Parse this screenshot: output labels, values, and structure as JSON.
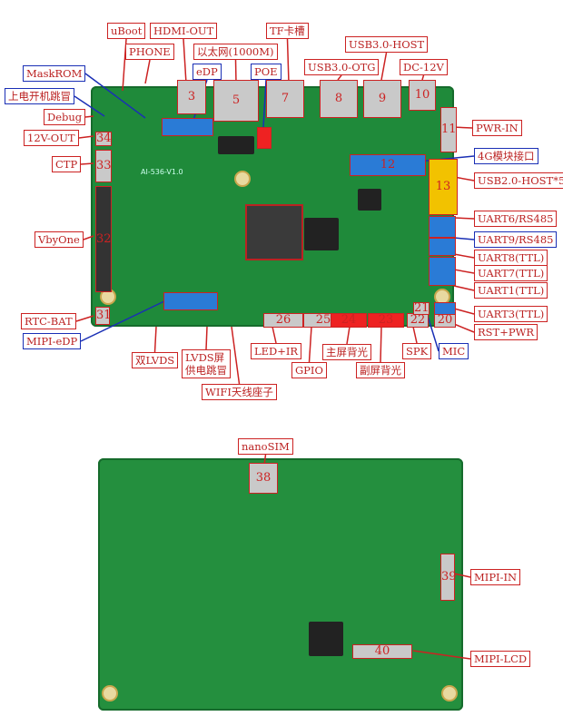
{
  "top_labels": [
    {
      "id": "uboot",
      "text": "uBoot",
      "color": "red"
    },
    {
      "id": "phone",
      "text": "PHONE",
      "color": "red"
    },
    {
      "id": "hdmi",
      "text": "HDMI-OUT",
      "color": "red"
    },
    {
      "id": "eth",
      "text": "以太网(1000M)",
      "color": "red"
    },
    {
      "id": "edp",
      "text": "eDP",
      "color": "blue"
    },
    {
      "id": "poe",
      "text": "POE",
      "color": "blue"
    },
    {
      "id": "tf",
      "text": "TF卡槽",
      "color": "red"
    },
    {
      "id": "maskrom",
      "text": "MaskROM",
      "color": "blue"
    },
    {
      "id": "poweron",
      "text": "上电开机跳冒",
      "color": "blue"
    },
    {
      "id": "debug",
      "text": "Debug",
      "color": "red"
    },
    {
      "id": "v12out",
      "text": "12V-OUT",
      "color": "red"
    },
    {
      "id": "ctp",
      "text": "CTP",
      "color": "red"
    },
    {
      "id": "usb3otg",
      "text": "USB3.0-OTG",
      "color": "red"
    },
    {
      "id": "usb3host",
      "text": "USB3.0-HOST",
      "color": "red"
    },
    {
      "id": "dc12v",
      "text": "DC-12V",
      "color": "red"
    },
    {
      "id": "pwrin",
      "text": "PWR-IN",
      "color": "red"
    },
    {
      "id": "m4g",
      "text": "4G模块接口",
      "color": "blue"
    },
    {
      "id": "usb2",
      "text": "USB2.0-HOST*5",
      "color": "red"
    },
    {
      "id": "uart6",
      "text": "UART6/RS485",
      "color": "red"
    },
    {
      "id": "uart9",
      "text": "UART9/RS485",
      "color": "blue"
    },
    {
      "id": "uart8",
      "text": "UART8(TTL)",
      "color": "red"
    },
    {
      "id": "uart7",
      "text": "UART7(TTL)",
      "color": "red"
    },
    {
      "id": "uart1",
      "text": "UART1(TTL)",
      "color": "red"
    },
    {
      "id": "uart3",
      "text": "UART3(TTL)",
      "color": "red"
    },
    {
      "id": "rstpwr",
      "text": "RST+PWR",
      "color": "red"
    },
    {
      "id": "vbyone",
      "text": "VbyOne",
      "color": "red"
    },
    {
      "id": "rtc",
      "text": "RTC-BAT",
      "color": "red"
    },
    {
      "id": "mipiedp",
      "text": "MIPI-eDP",
      "color": "blue"
    },
    {
      "id": "duallvds",
      "text": "双LVDS",
      "color": "red"
    },
    {
      "id": "lvdsjmp",
      "text": "LVDS屏\n供电跳冒",
      "color": "red"
    },
    {
      "id": "wifi",
      "text": "WIFI天线座子",
      "color": "red"
    },
    {
      "id": "ledir",
      "text": "LED+IR",
      "color": "red"
    },
    {
      "id": "gpio",
      "text": "GPIO",
      "color": "red"
    },
    {
      "id": "mainbl",
      "text": "主屏背光",
      "color": "red"
    },
    {
      "id": "subbl",
      "text": "副屏背光",
      "color": "red"
    },
    {
      "id": "spk",
      "text": "SPK",
      "color": "red"
    },
    {
      "id": "mic",
      "text": "MIC",
      "color": "blue"
    }
  ],
  "bottom_labels": [
    {
      "id": "nanosim",
      "text": "nanoSIM",
      "color": "red"
    },
    {
      "id": "mipiin",
      "text": "MIPI-IN",
      "color": "red"
    },
    {
      "id": "mipilcd",
      "text": "MIPI-LCD",
      "color": "red"
    }
  ],
  "board_numbers": [
    "3",
    "5",
    "7",
    "8",
    "9",
    "10",
    "11",
    "12",
    "13",
    "32",
    "33",
    "34",
    "31",
    "26",
    "25",
    "24",
    "23",
    "22",
    "21",
    "20",
    "38",
    "39",
    "40"
  ],
  "board_silkscreen": "AI-536-V1.0"
}
